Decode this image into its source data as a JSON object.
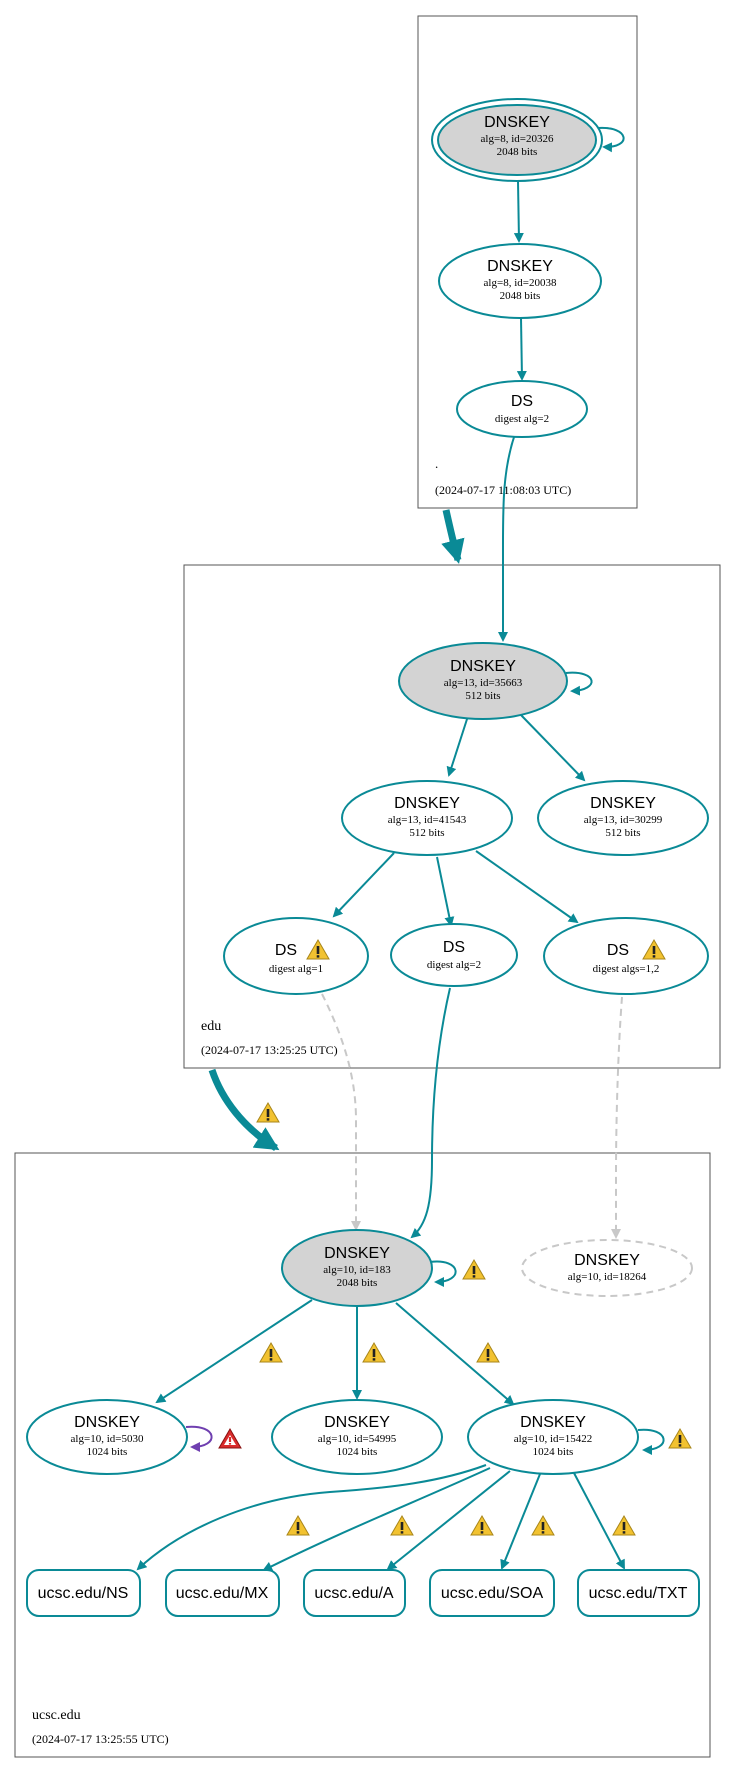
{
  "colors": {
    "edge": "#0a8a96",
    "ghost": "#c8c8c8",
    "purple": "#6f3fb0",
    "node_fill_ksk": "#d3d3d3",
    "warning": "#f2c230",
    "error": "#d92b2b"
  },
  "zones": {
    "root": {
      "name": ".",
      "timestamp": "(2024-07-17 11:08:03 UTC)"
    },
    "edu": {
      "name": "edu",
      "timestamp": "(2024-07-17 13:25:25 UTC)"
    },
    "ucsc": {
      "name": "ucsc.edu",
      "timestamp": "(2024-07-17 13:25:55 UTC)"
    }
  },
  "nodes": {
    "root_ksk": {
      "title": "DNSKEY",
      "line1": "alg=8, id=20326",
      "line2": "2048 bits"
    },
    "root_zsk": {
      "title": "DNSKEY",
      "line1": "alg=8, id=20038",
      "line2": "2048 bits"
    },
    "root_ds": {
      "title": "DS",
      "line1": "digest alg=2"
    },
    "edu_ksk": {
      "title": "DNSKEY",
      "line1": "alg=13, id=35663",
      "line2": "512 bits"
    },
    "edu_zsk1": {
      "title": "DNSKEY",
      "line1": "alg=13, id=41543",
      "line2": "512 bits"
    },
    "edu_zsk2": {
      "title": "DNSKEY",
      "line1": "alg=13, id=30299",
      "line2": "512 bits"
    },
    "edu_ds1": {
      "title": "DS",
      "line1": "digest alg=1"
    },
    "edu_ds2": {
      "title": "DS",
      "line1": "digest alg=2"
    },
    "edu_ds3": {
      "title": "DS",
      "line1": "digest algs=1,2"
    },
    "ucsc_ksk": {
      "title": "DNSKEY",
      "line1": "alg=10, id=183",
      "line2": "2048 bits"
    },
    "ucsc_ghost": {
      "title": "DNSKEY",
      "line1": "alg=10, id=18264"
    },
    "ucsc_k5030": {
      "title": "DNSKEY",
      "line1": "alg=10, id=5030",
      "line2": "1024 bits"
    },
    "ucsc_k54995": {
      "title": "DNSKEY",
      "line1": "alg=10, id=54995",
      "line2": "1024 bits"
    },
    "ucsc_k15422": {
      "title": "DNSKEY",
      "line1": "alg=10, id=15422",
      "line2": "1024 bits"
    }
  },
  "rrsets": [
    {
      "label": "ucsc.edu/NS"
    },
    {
      "label": "ucsc.edu/MX"
    },
    {
      "label": "ucsc.edu/A"
    },
    {
      "label": "ucsc.edu/SOA"
    },
    {
      "label": "ucsc.edu/TXT"
    }
  ]
}
